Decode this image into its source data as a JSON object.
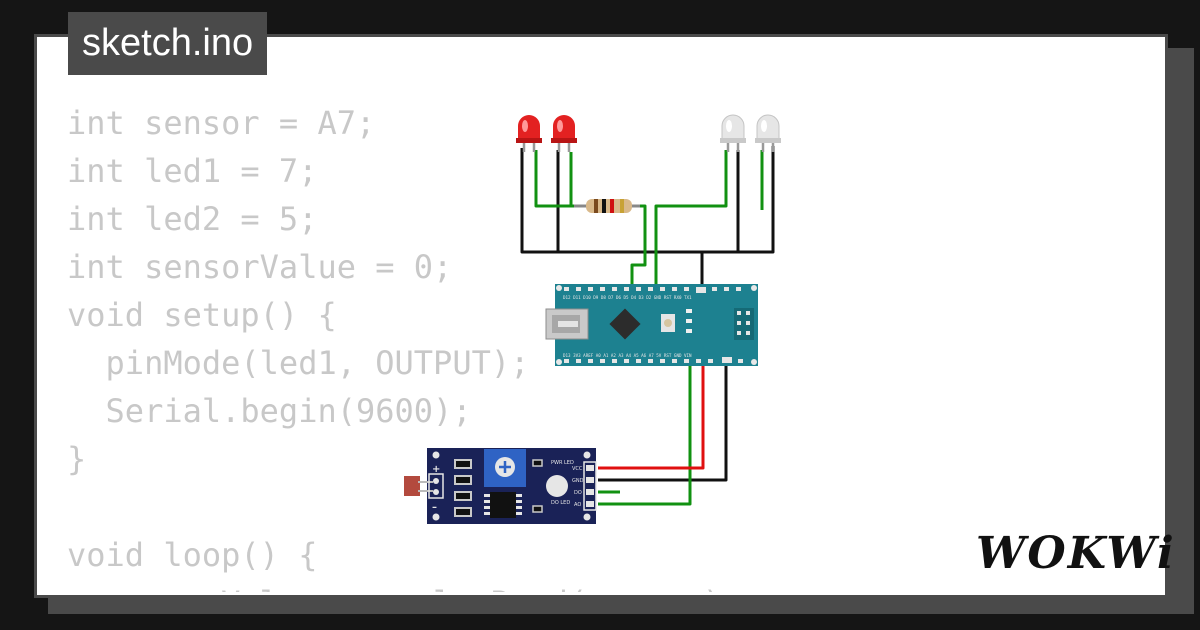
{
  "tab": {
    "filename": "sketch.ino"
  },
  "code": {
    "lines": [
      "int sensor = A7;",
      "int led1 = 7;",
      "int led2 = 5;",
      "int sensorValue = 0;",
      "void setup() {",
      "  pinMode(led1, OUTPUT);",
      "  Serial.begin(9600);",
      "}",
      "",
      "void loop() {",
      "  sensorValue = analogRead(sensor);"
    ]
  },
  "arduino": {
    "top_pins": "D12 D11 D10 D9 D8 D7 D6 D5 D4 D3 D2 GND RST RX0 TX1",
    "bottom_pins": "D13 3V3 AREF A0 A1 A2 A3 A4 A5 A6 A7 5V RST GND VIN"
  },
  "sensor_module": {
    "pins": [
      "VCC",
      "GND",
      "DO",
      "AO"
    ],
    "pwr_led": "PWR LED",
    "do_led": "DO LED",
    "plus": "+",
    "minus": "–"
  },
  "brand": {
    "logo": "WOKWi"
  },
  "colors": {
    "background": "#151515",
    "card": "#ffffff",
    "frame": "#4a4a4a",
    "code_text": "#c8c8c8",
    "wire_green": "#119111",
    "wire_red": "#e01010",
    "wire_black": "#111111",
    "arduino_board": "#1d8190",
    "sensor_board": "#1a2257"
  }
}
